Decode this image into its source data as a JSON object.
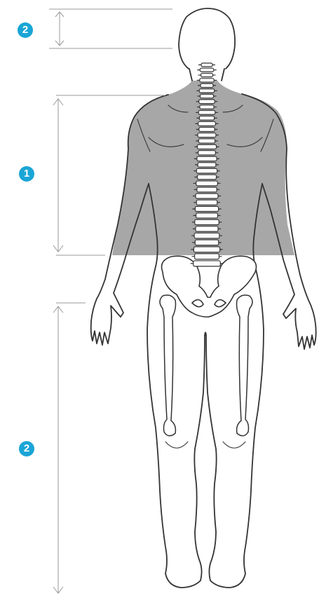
{
  "colors": {
    "badge": "#1aa5d6",
    "shade": "#a7a7a7",
    "outline": "#333333",
    "guide": "#9a9a9a"
  },
  "zones": [
    {
      "id": "head",
      "badge": "2",
      "shaded": false
    },
    {
      "id": "torso",
      "badge": "1",
      "shaded": true
    },
    {
      "id": "legs",
      "badge": "2",
      "shaded": false
    }
  ],
  "icons": [
    "double-arrow-icon",
    "spine-icon",
    "pelvis-icon",
    "femur-icon"
  ]
}
